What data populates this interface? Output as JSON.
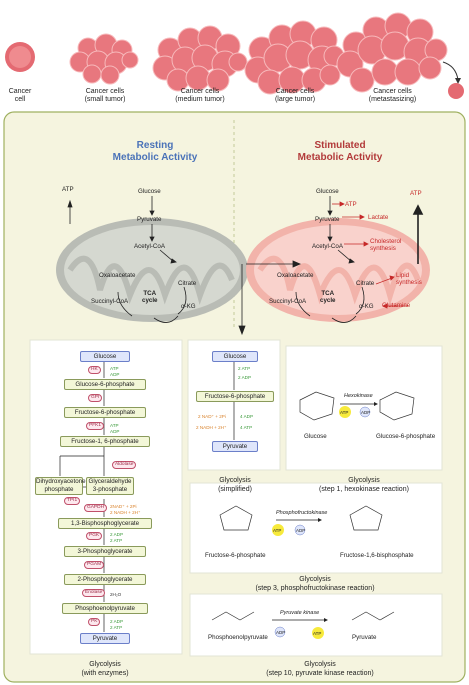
{
  "stages": [
    {
      "label": "Cancer\ncell"
    },
    {
      "label": "Cancer cells\n(small tumor)"
    },
    {
      "label": "Cancer cells\n(medium tumor)"
    },
    {
      "label": "Cancer cells\n(large tumor)"
    },
    {
      "label": "Cancer cells\n(metastasizing)"
    }
  ],
  "resting": {
    "title": "Resting\nMetabolic Activity",
    "glucose": "Glucose",
    "pyruvate": "Pyruvate",
    "acetyl": "Acetyl-CoA",
    "oxaloacetate": "Oxaloacetate",
    "citrate": "Citrate",
    "tca": "TCA\ncycle",
    "succinyl": "Succinyl-CoA",
    "akg": "α-KG",
    "atp": "ATP"
  },
  "stimulated": {
    "title": "Stimulated\nMetabolic Activity",
    "glucose": "Glucose",
    "atp_top": "ATP",
    "pyruvate": "Pyruvate",
    "lactate": "Lactate",
    "acetyl": "Acetyl-CoA",
    "cholesterol": "Cholesterol\nsynthesis",
    "atp_right": "ATP",
    "oxaloacetate": "Oxaloacetate",
    "citrate": "Citrate",
    "lipid": "Lipid\nsynthesis",
    "tca": "TCA\ncycle",
    "succinyl": "Succinyl-CoA",
    "akg": "α-KG",
    "glutamine": "Glutamine"
  },
  "enzymes_panel": {
    "nodes": [
      "Glucose",
      "Glucose-6-phosphate",
      "Fructose-6-phosphate",
      "Fructose-1, 6-phosphate",
      "Dihydroxyacetone\nphosphate",
      "Glyceraldehyde\n3-phosphate",
      "1,3-Bisphosphoglycerate",
      "3-Phosphoglycerate",
      "2-Phosphoglycerate",
      "Phosphoenolpyruvate",
      "Pyruvate"
    ],
    "enzymes": [
      "HK",
      "GPI",
      "PFK1",
      "Aldolase",
      "TPI1",
      "GAPDH",
      "PGK",
      "PGAM",
      "Enolase",
      "PK"
    ],
    "cofactors": [
      "ATP",
      "ADP",
      "ATP",
      "ADP",
      "2NAD⁺ + 2Pi",
      "2 NADH + 2H⁺",
      "2 ADP",
      "2 ATP",
      "2H₂O",
      "2 ADP",
      "2 ATP"
    ],
    "caption": "Glycolysis\n(with enzymes)"
  },
  "simplified": {
    "nodes": [
      "Glucose",
      "Fructose-6-phosphate",
      "Pyruvate"
    ],
    "cofactors": [
      "2 ATP",
      "2 ADP",
      "2 NAD⁺ + 2Pi",
      "4 ADP",
      "2 NADH + 2H⁺",
      "4 ATP"
    ],
    "caption": "Glycolysis\n(simplified)"
  },
  "step1": {
    "substrate": "Glucose",
    "enzyme": "Hexokinase",
    "product": "Glucose-6-phosphate",
    "atp": "ATP",
    "adp": "ADP",
    "caption": "Glycolysis\n(step 1, hexokinase reaction)"
  },
  "step3": {
    "substrate": "Fructose-6-phosphate",
    "enzyme": "Phosphofructokinase",
    "product": "Fructose-1,6-bisphosphate",
    "atp": "ATP",
    "adp": "ADP",
    "caption": "Glycolysis\n(step 3, phosphofructokinase reaction)"
  },
  "step10": {
    "substrate": "Phosphoenolpyruvate",
    "enzyme": "Pyruvate kinase",
    "product": "Pyruvate",
    "atp": "ATP",
    "adp": "ADP",
    "caption": "Glycolysis\n(step 10, pyruvate kinase reaction)"
  },
  "colors": {
    "frame": "#f5f4df",
    "frame_border": "#9fb060",
    "blue_title": "#4a72b8",
    "red_title": "#b23a3a",
    "cell": "#e8707a"
  }
}
